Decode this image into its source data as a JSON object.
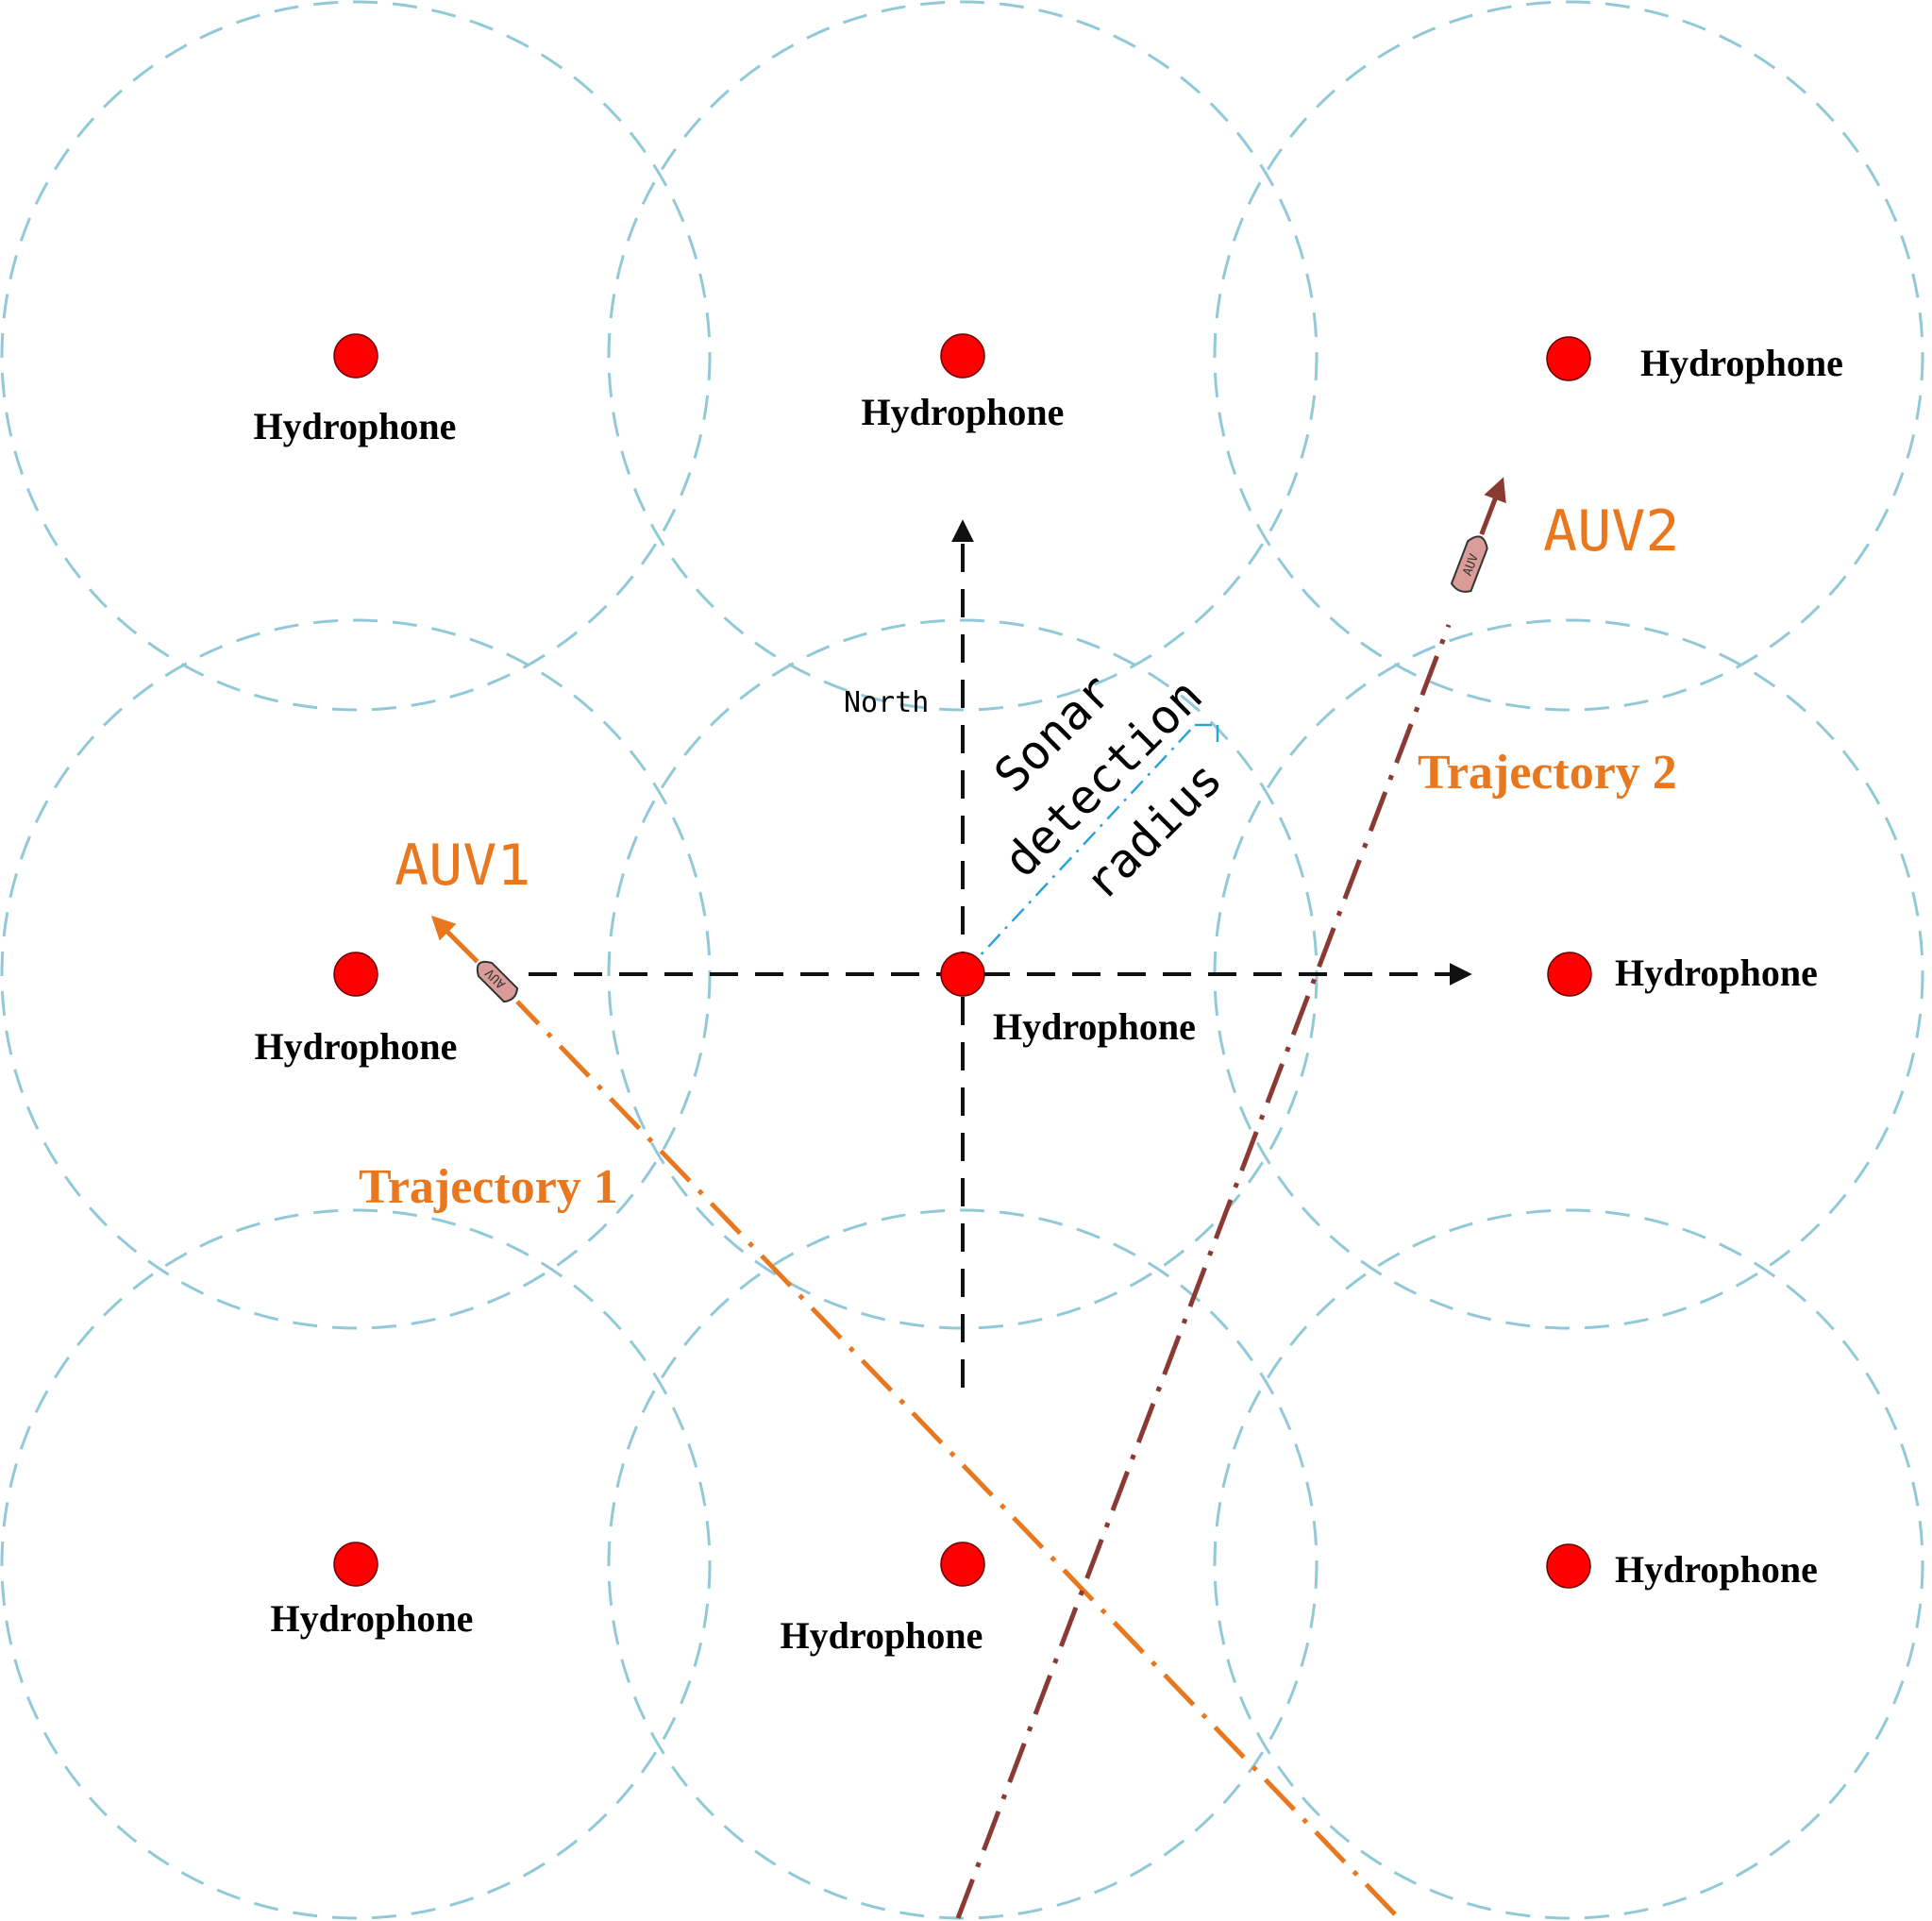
{
  "hydrophone_label": "Hydrophone",
  "compass_label": "North",
  "radius_label": {
    "line1": "Sonar",
    "line2": "detection",
    "line3": "radius"
  },
  "auvs": [
    {
      "label": "AUV1",
      "marker_text": "AUV",
      "trajectory_label": "Trajectory 1",
      "color": "#e8771e"
    },
    {
      "label": "AUV2",
      "marker_text": "AUV",
      "trajectory_label": "Trajectory 2",
      "color": "#8a3a32"
    }
  ],
  "colors": {
    "hydrophone": "#ff0000",
    "detection_circle": "#92c9d8",
    "axis": "#111111",
    "label_accent": "#e8771e"
  }
}
